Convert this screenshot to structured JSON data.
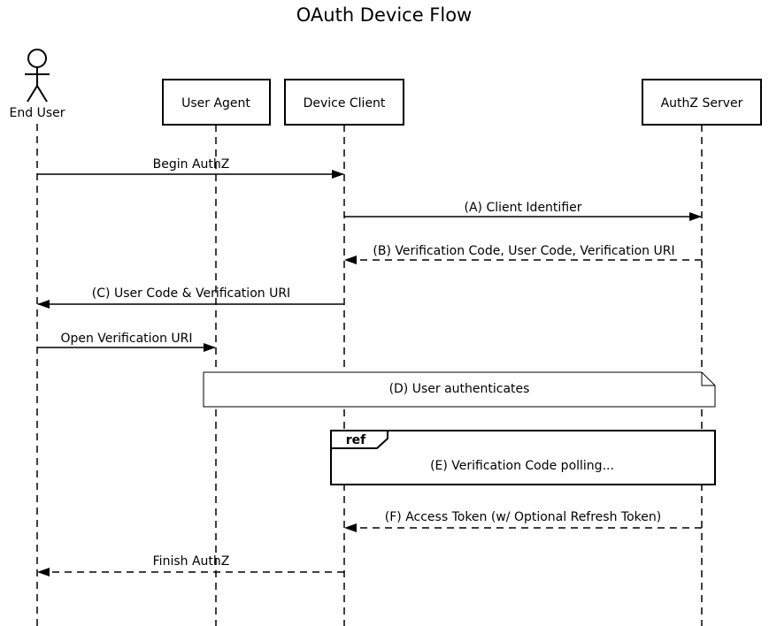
{
  "title": "OAuth Device Flow",
  "actor": {
    "label": "End User"
  },
  "participants": {
    "user_agent": "User Agent",
    "device_client": "Device Client",
    "authz_server": "AuthZ Server"
  },
  "messages": [
    {
      "label": "Begin AuthZ"
    },
    {
      "label": "(A) Client Identifier"
    },
    {
      "label": "(B) Verification Code, User Code, Verification URI"
    },
    {
      "label": "(C) User Code & Verification URI"
    },
    {
      "label": "Open Verification URI"
    },
    {
      "label": "(F) Access Token (w/ Optional Refresh Token)"
    },
    {
      "label": "Finish AuthZ"
    }
  ],
  "note": {
    "label": "(D) User authenticates"
  },
  "ref_frame": {
    "tag": "ref",
    "label": "(E) Verification Code polling..."
  }
}
